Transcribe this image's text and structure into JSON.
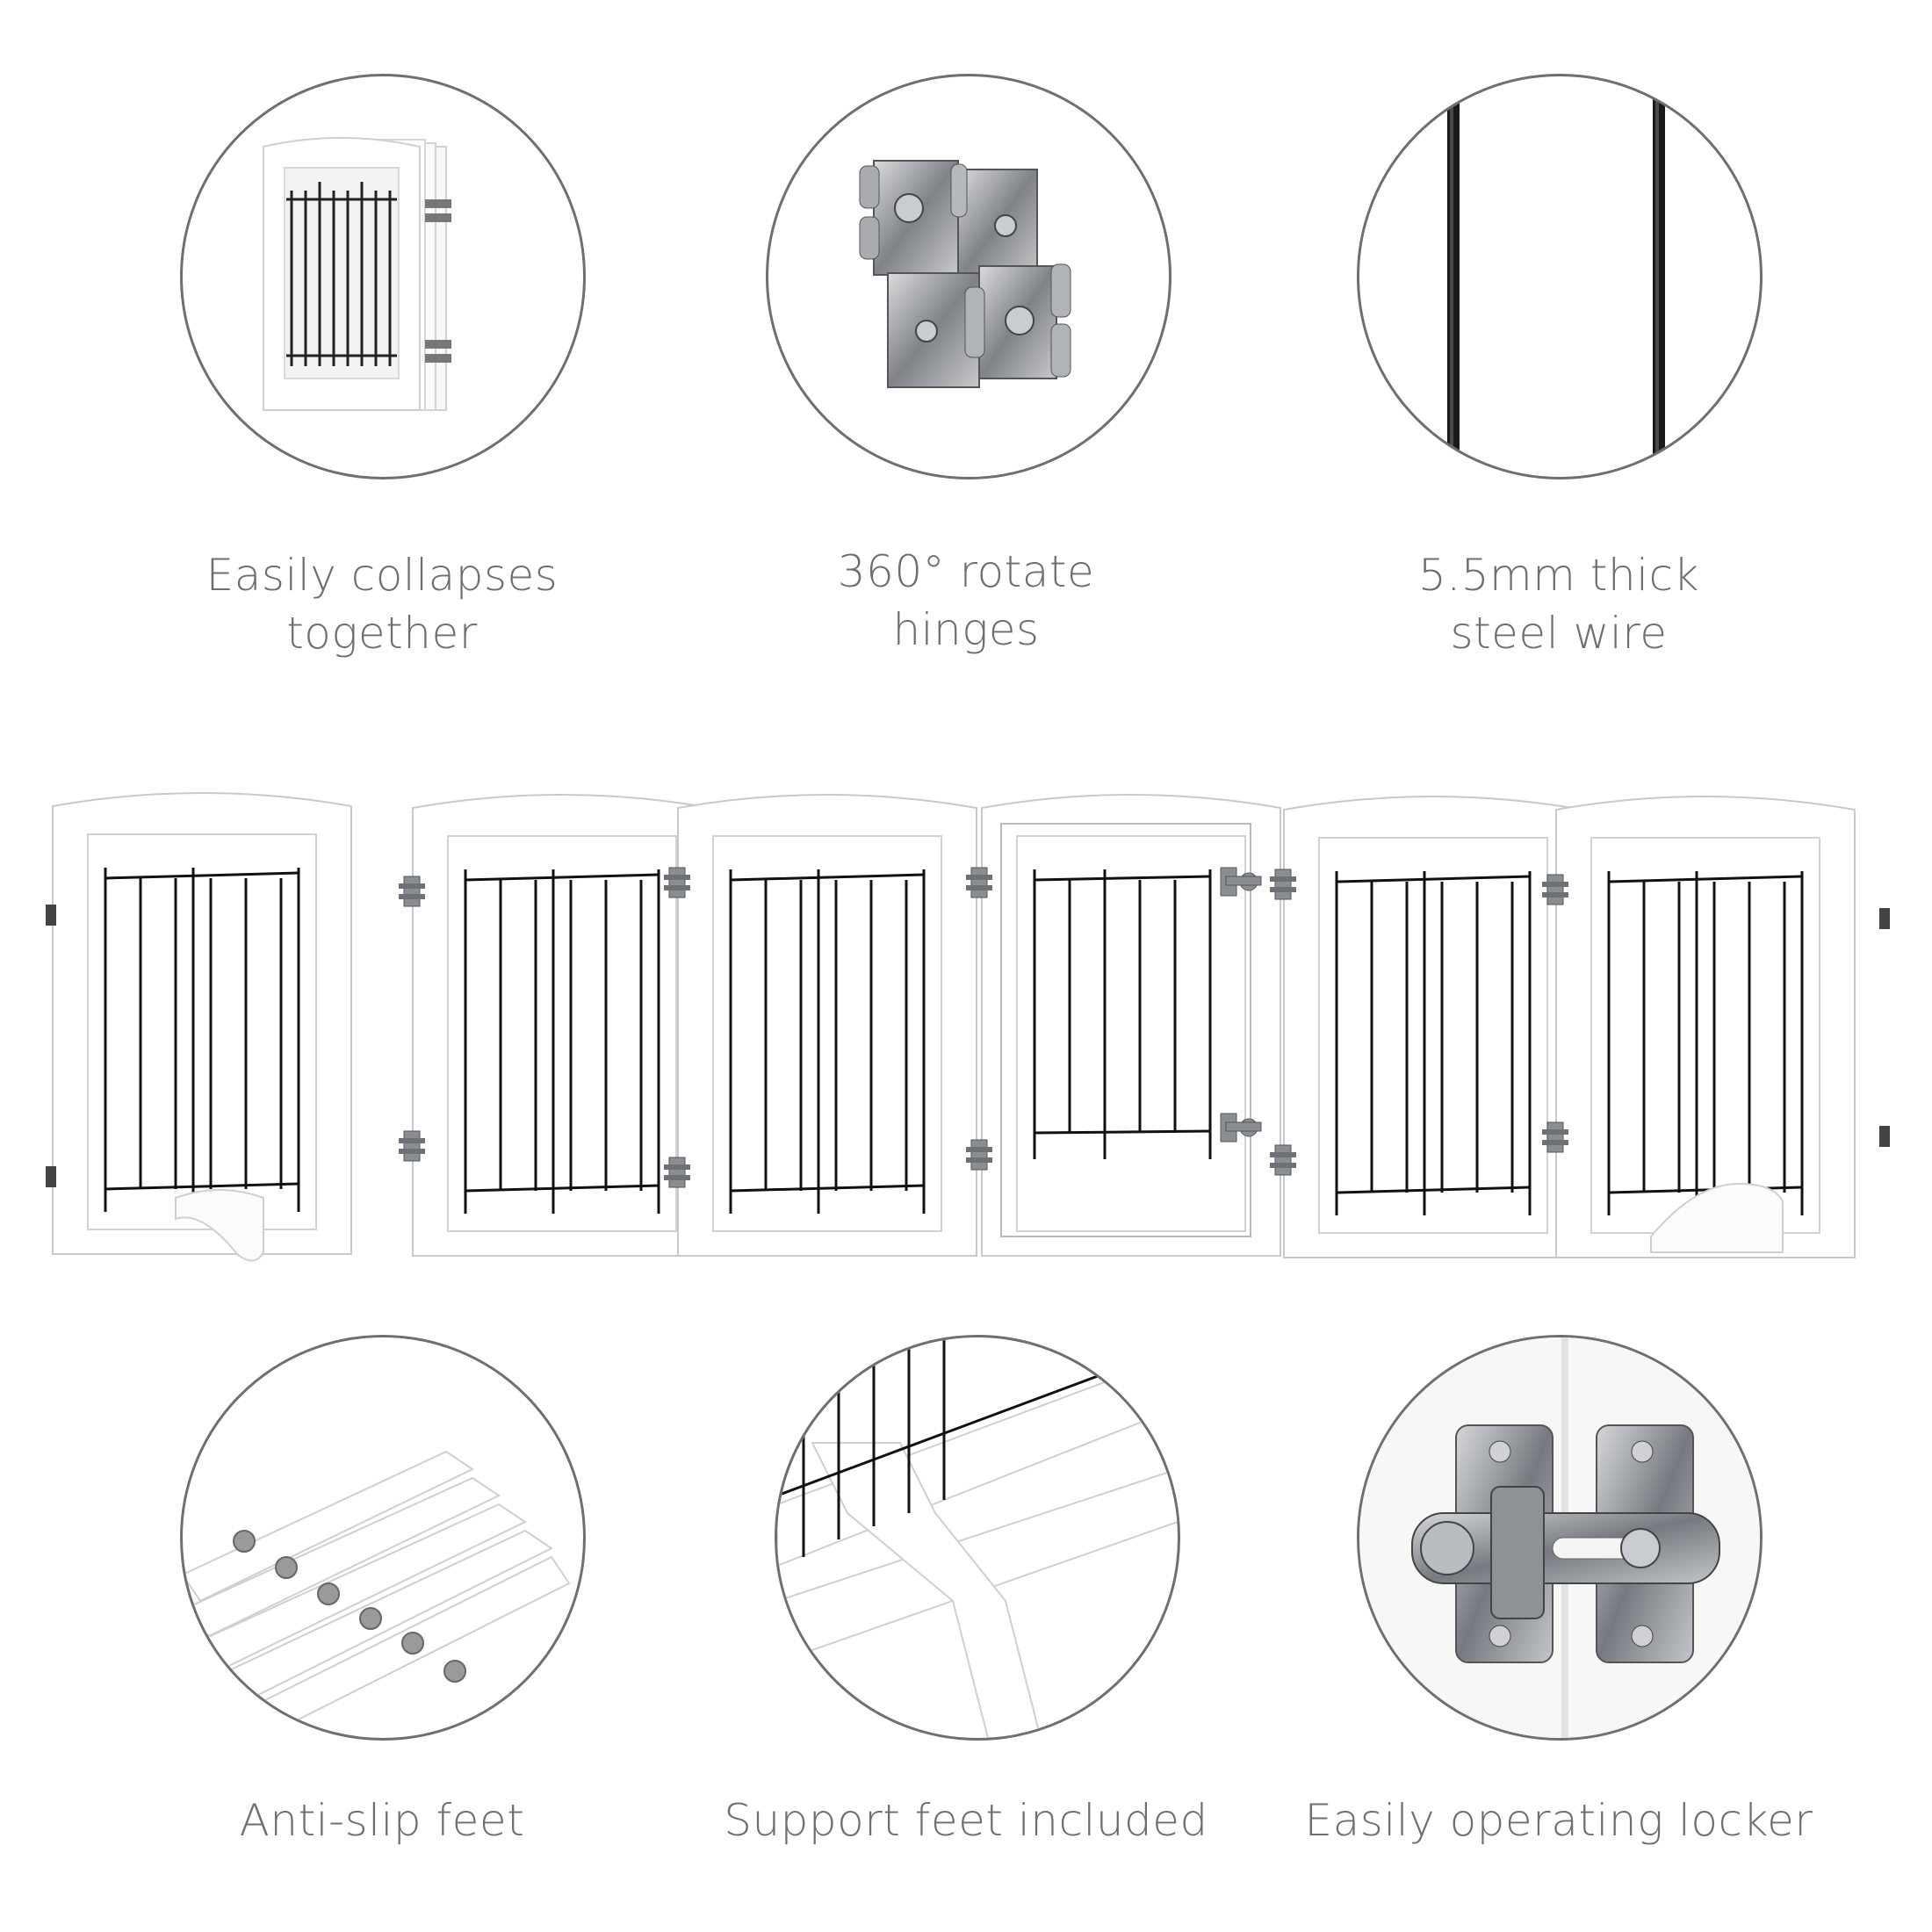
{
  "features_top": [
    {
      "caption_lines": [
        "Easily collapses",
        "together"
      ],
      "icon": "folded-gate-image"
    },
    {
      "caption_lines": [
        "360° rotate",
        "hinges"
      ],
      "icon": "hinge-image"
    },
    {
      "caption_lines": [
        "5.5mm thick",
        "steel wire"
      ],
      "icon": "steel-wire-image"
    }
  ],
  "features_bottom": [
    {
      "caption_lines": [
        "Anti-slip feet"
      ],
      "icon": "anti-slip-feet-image"
    },
    {
      "caption_lines": [
        "Support feet included"
      ],
      "icon": "support-feet-image"
    },
    {
      "caption_lines": [
        "Easily operating locker"
      ],
      "icon": "latch-locker-image"
    }
  ],
  "colors": {
    "caption_text": "#6e6e6e",
    "circle_border": "#6f6f6f",
    "gate_white": "#ffffff",
    "wire": "#1a1a1a",
    "metal": "#8a8d91"
  },
  "gate": {
    "panels": 6,
    "has_walk_through_door": true,
    "support_feet": 2
  }
}
